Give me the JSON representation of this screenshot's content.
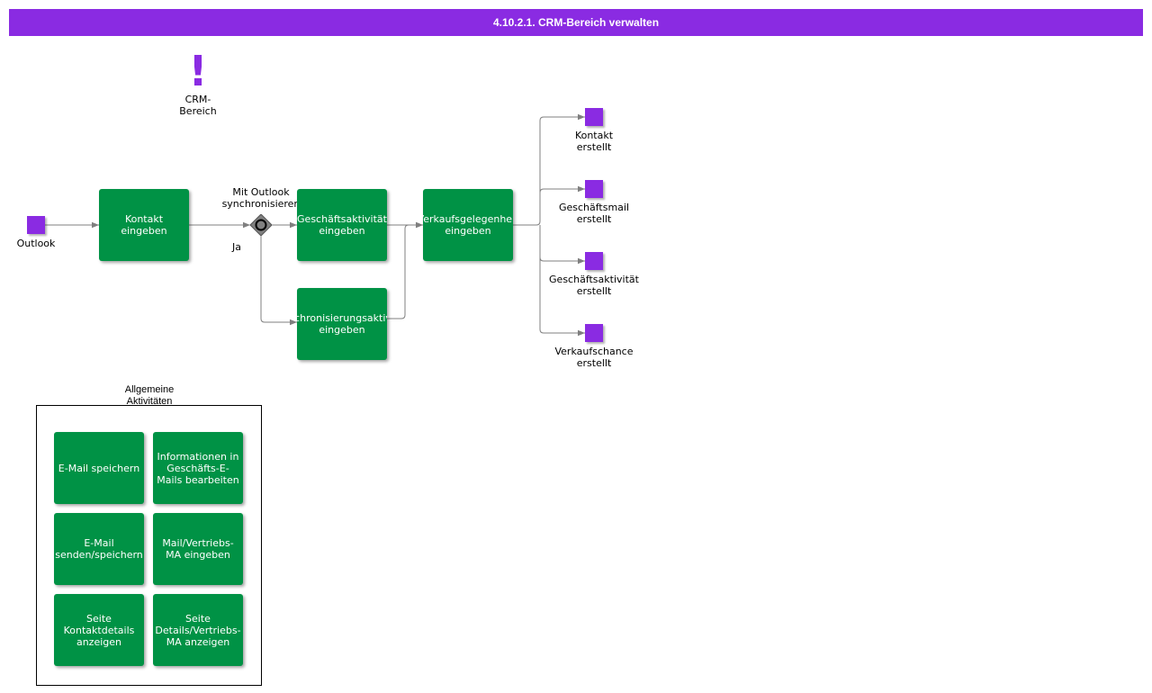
{
  "title": "4.10.2.1. CRM-Bereich verwalten",
  "colors": {
    "accent": "#8a2be2",
    "task": "#009245",
    "edge": "#7f7f7f"
  },
  "info_label": "CRM-\nBereich",
  "start_event_label": "Outlook",
  "gateway": {
    "question": "Mit Outlook\nsynchronisieren",
    "branch_label": "Ja"
  },
  "tasks": {
    "kontakt": "Kontakt\neingeben",
    "geschaeftsaktivitaet": "Geschäftsaktivität\neingeben",
    "synchronisierung": "Synchronisierungsaktivität\neingeben",
    "verkaufsgelegenheit": "Verkaufsgelegenheit\neingeben"
  },
  "end_events": [
    "Kontakt\nerstellt",
    "Geschäftsmail\nerstellt",
    "Geschäftsaktivität\nerstellt",
    "Verkaufschance\nerstellt"
  ],
  "group": {
    "label": "Allgemeine\nAktivitäten",
    "items": [
      "E-Mail speichern",
      "Informationen in\nGeschäfts-E-\nMails bearbeiten",
      "E-Mail\nsenden/speichern",
      "Mail/Vertriebs-\nMA eingeben",
      "Seite\nKontaktdetails\nanzeigen",
      "Seite\nDetails/Vertriebs-\nMA anzeigen"
    ]
  }
}
